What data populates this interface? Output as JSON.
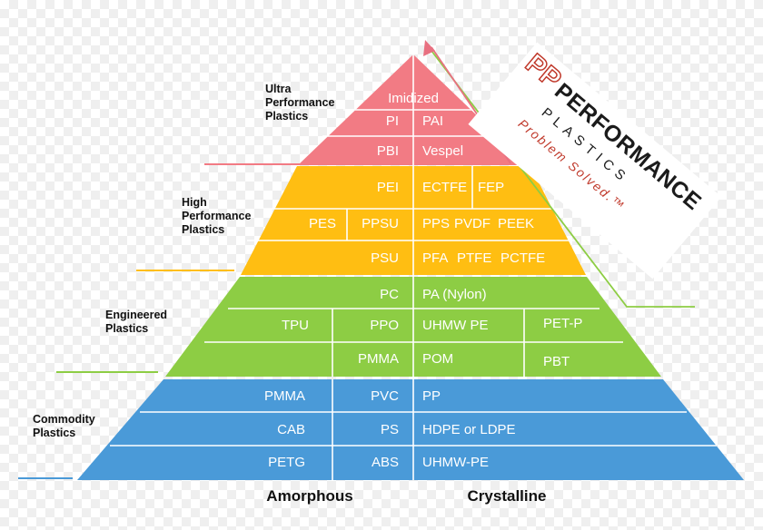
{
  "tiers": {
    "ultra": {
      "label": [
        "Ultra",
        "Performance",
        "Plastics"
      ],
      "color": "#f27b84"
    },
    "high": {
      "label": [
        "High",
        "Performance",
        "Plastics"
      ],
      "color": "#ffbe12"
    },
    "engineered": {
      "label": [
        "Engineered",
        "Plastics"
      ],
      "color": "#8dcd44"
    },
    "commodity": {
      "label": [
        "Commodity",
        "Plastics"
      ],
      "color": "#4a9ad8"
    }
  },
  "cells": {
    "imidized": "Imidized",
    "pi": "PI",
    "pai": "PAI",
    "pbi": "PBI",
    "vespel": "Vespel",
    "pei": "PEI",
    "ectfe": "ECTFE",
    "fep": "FEP",
    "pes": "PES",
    "ppsu": "PPSU",
    "pps": "PPS",
    "pvdf": "PVDF",
    "peek": "PEEK",
    "psu": "PSU",
    "pfa": "PFA",
    "ptfe": "PTFE",
    "pctfe": "PCTFE",
    "pc": "PC",
    "pa_nylon": "PA (Nylon)",
    "tpu": "TPU",
    "ppo": "PPO",
    "uhmw_pe": "UHMW PE",
    "pet_p": "PET-P",
    "pmma_eng": "PMMA",
    "pom": "POM",
    "pbt": "PBT",
    "pmma_com": "PMMA",
    "pvc": "PVC",
    "pp": "PP",
    "cab": "CAB",
    "ps": "PS",
    "hdpe_ldpe": "HDPE or LDPE",
    "petg": "PETG",
    "abs": "ABS",
    "uhmw_pe_dash": "UHMW-PE"
  },
  "axis": {
    "left": "Amorphous",
    "right": "Crystalline"
  },
  "logo": {
    "mark": "PP",
    "name": "PERFORMANCE",
    "sub": "PLASTICS",
    "tagline": "Problem Solved.™"
  }
}
